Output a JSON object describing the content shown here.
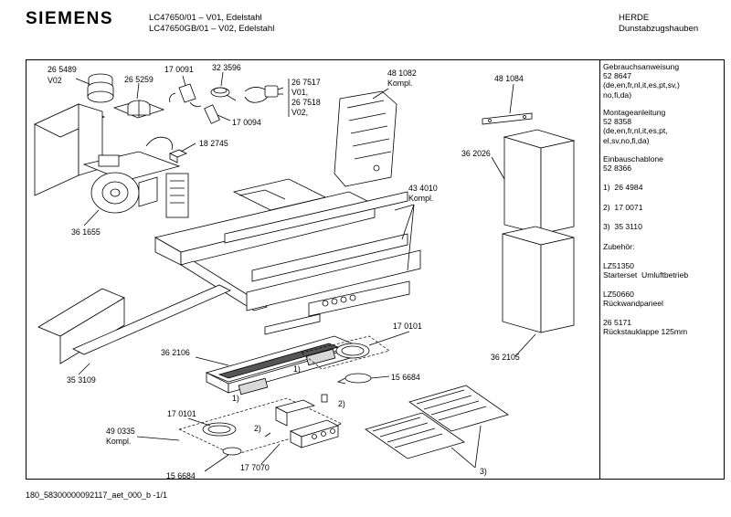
{
  "header": {
    "brand": "SIEMENS",
    "model_line1": "LC47650/01 – V01, Edelstahl",
    "model_line2": "LC47650GB/01 – V02, Edelstahl",
    "maker": "HERDE",
    "category": "Dunstabzugshauben"
  },
  "sidebar": {
    "manual_title": "Gebrauchsanweisung",
    "manual_number": "52 8647",
    "manual_langs_1": "(de,en,fr,nl,it,es,pt,sv,)",
    "manual_langs_2": "no,fi,da)",
    "install_title": "Montageanleitung",
    "install_number": "52 8358",
    "install_langs_1": "(de,en,fr,nl,it,es,pt,",
    "install_langs_2": "el,sv,no,fi,da)",
    "template_title": "Einbauschablone",
    "template_number": "52 8366",
    "ref1": "1)  26 4984",
    "ref2": "2)  17 0071",
    "ref3": "3)  35 3110",
    "accessories_title": "Zubehör:",
    "acc1_code": "LZ51350",
    "acc1_desc": "Starterset  Umluftbetrieb",
    "acc2_code": "LZ50660",
    "acc2_desc": "Rückwandpaneel",
    "acc3_code": "26 5171",
    "acc3_desc": "Rückstauklappe 125mm"
  },
  "labels": {
    "p265489": "26 5489",
    "v02a": "V02",
    "p265259": "26 5259",
    "p170091": "17 0091",
    "p323596": "32 3596",
    "p267517": "26 7517",
    "v01": "V01,",
    "p267518": "26 7518",
    "v02b": "V02,",
    "p170094": "17 0094",
    "p481082": "48 1082",
    "kompl1": "Kompl.",
    "p481084": "48 1084",
    "p182745": "18 2745",
    "p362026": "36 2026",
    "p434010": "43 4010",
    "kompl2": "Kompl.",
    "p361655": "36 1655",
    "p353109": "35 3109",
    "p362106": "36 2106",
    "p170101a": "17 0101",
    "p156684a": "15 6684",
    "p362105": "36 2105",
    "p490335": "49 0335",
    "kompl3": "Kompl.",
    "p170101b": "17 0101",
    "p156684b": "15 6684",
    "p177070": "17 7070",
    "note1a": "1)",
    "note1b": "1)",
    "note2a": "2)",
    "note2b": "2)",
    "note3": "3)"
  },
  "footer": {
    "doc_id": "180_58300000092117_aet_000_b -1/1"
  }
}
